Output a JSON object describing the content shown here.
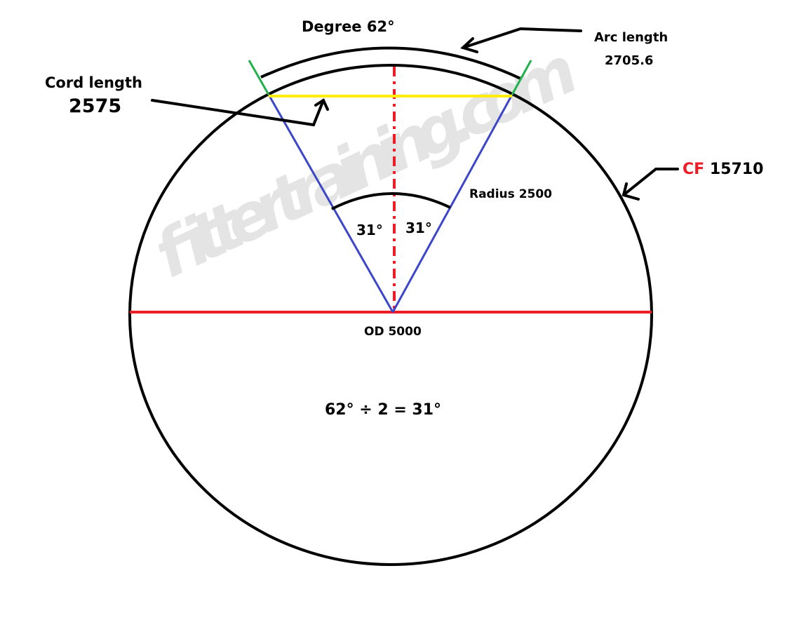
{
  "watermark": "fittertraining.com",
  "labels": {
    "degree": "Degree  62°",
    "arc_length_title": "Arc length",
    "arc_length_value": "2705.6",
    "cord_length_title": "Cord length",
    "cord_length_value": "2575",
    "cf_prefix": "CF",
    "cf_value": "15710",
    "radius": "Radius 2500",
    "left_angle": "31°",
    "right_angle": "31°",
    "od": "OD 5000",
    "formula": "62° ÷ 2 = 31°"
  },
  "colors": {
    "circle": "#000000",
    "radius_lines": "#3c46c8",
    "chord": "#ffee00",
    "diameter": "#ee1c24",
    "tick_marks": "#22b14c",
    "cf_prefix": "#ee1c24",
    "watermark": "#e4e4e4"
  }
}
